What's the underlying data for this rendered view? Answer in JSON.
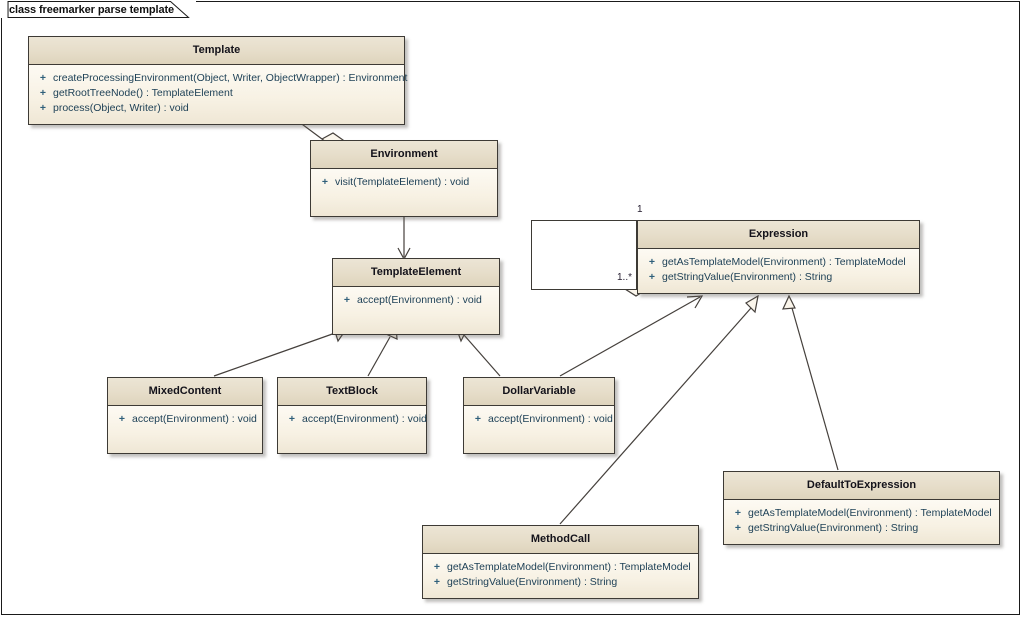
{
  "frame": {
    "tab_label": "class freemarker parse template"
  },
  "colors": {
    "class_header": "#e6ddc9",
    "class_body": "#f7f1e3",
    "border": "#3d3a35",
    "operation_text": "#1c3f55",
    "visibility_text": "#2f5f7a",
    "canvas": "#ffffff"
  },
  "classes": [
    {
      "id": "template",
      "name": "Template",
      "operations": [
        {
          "visibility": "+",
          "signature": "createProcessingEnvironment(Object, Writer, ObjectWrapper) : Environment"
        },
        {
          "visibility": "+",
          "signature": "getRootTreeNode() : TemplateElement"
        },
        {
          "visibility": "+",
          "signature": "process(Object, Writer) : void"
        }
      ]
    },
    {
      "id": "environment",
      "name": "Environment",
      "operations": [
        {
          "visibility": "+",
          "signature": "visit(TemplateElement) : void"
        }
      ]
    },
    {
      "id": "templateelement",
      "name": "TemplateElement",
      "operations": [
        {
          "visibility": "+",
          "signature": "accept(Environment) : void"
        }
      ]
    },
    {
      "id": "expression",
      "name": "Expression",
      "operations": [
        {
          "visibility": "+",
          "signature": "getAsTemplateModel(Environment) : TemplateModel"
        },
        {
          "visibility": "+",
          "signature": "getStringValue(Environment) : String"
        }
      ]
    },
    {
      "id": "mixedcontent",
      "name": "MixedContent",
      "operations": [
        {
          "visibility": "+",
          "signature": "accept(Environment) : void"
        }
      ]
    },
    {
      "id": "textblock",
      "name": "TextBlock",
      "operations": [
        {
          "visibility": "+",
          "signature": "accept(Environment) : void"
        }
      ]
    },
    {
      "id": "dollarvariable",
      "name": "DollarVariable",
      "operations": [
        {
          "visibility": "+",
          "signature": "accept(Environment) : void"
        }
      ]
    },
    {
      "id": "methodcall",
      "name": "MethodCall",
      "operations": [
        {
          "visibility": "+",
          "signature": "getAsTemplateModel(Environment) : TemplateModel"
        },
        {
          "visibility": "+",
          "signature": "getStringValue(Environment) : String"
        }
      ]
    },
    {
      "id": "defaulttoexpression",
      "name": "DefaultToExpression",
      "operations": [
        {
          "visibility": "+",
          "signature": "getAsTemplateModel(Environment) : TemplateModel"
        },
        {
          "visibility": "+",
          "signature": "getStringValue(Environment) : String"
        }
      ]
    }
  ],
  "anonymous_box": {
    "name": "",
    "note": ""
  },
  "multiplicities": [
    {
      "id": "expr-mult-one",
      "value": "1"
    },
    {
      "id": "expr-mult-many",
      "value": "1..*"
    }
  ],
  "relationships": [
    {
      "from": "Template",
      "to": "Environment",
      "type": "aggregation"
    },
    {
      "from": "Environment",
      "to": "TemplateElement",
      "type": "association-bidirectional"
    },
    {
      "from": "MixedContent",
      "to": "TemplateElement",
      "type": "generalization"
    },
    {
      "from": "TextBlock",
      "to": "TemplateElement",
      "type": "generalization"
    },
    {
      "from": "DollarVariable",
      "to": "TemplateElement",
      "type": "generalization"
    },
    {
      "from": "DollarVariable",
      "to": "Expression",
      "type": "association-directed"
    },
    {
      "from": "MethodCall",
      "to": "Expression",
      "type": "generalization"
    },
    {
      "from": "DefaultToExpression",
      "to": "Expression",
      "type": "generalization"
    },
    {
      "from": "anonymous",
      "to": "Expression",
      "type": "aggregation"
    }
  ]
}
